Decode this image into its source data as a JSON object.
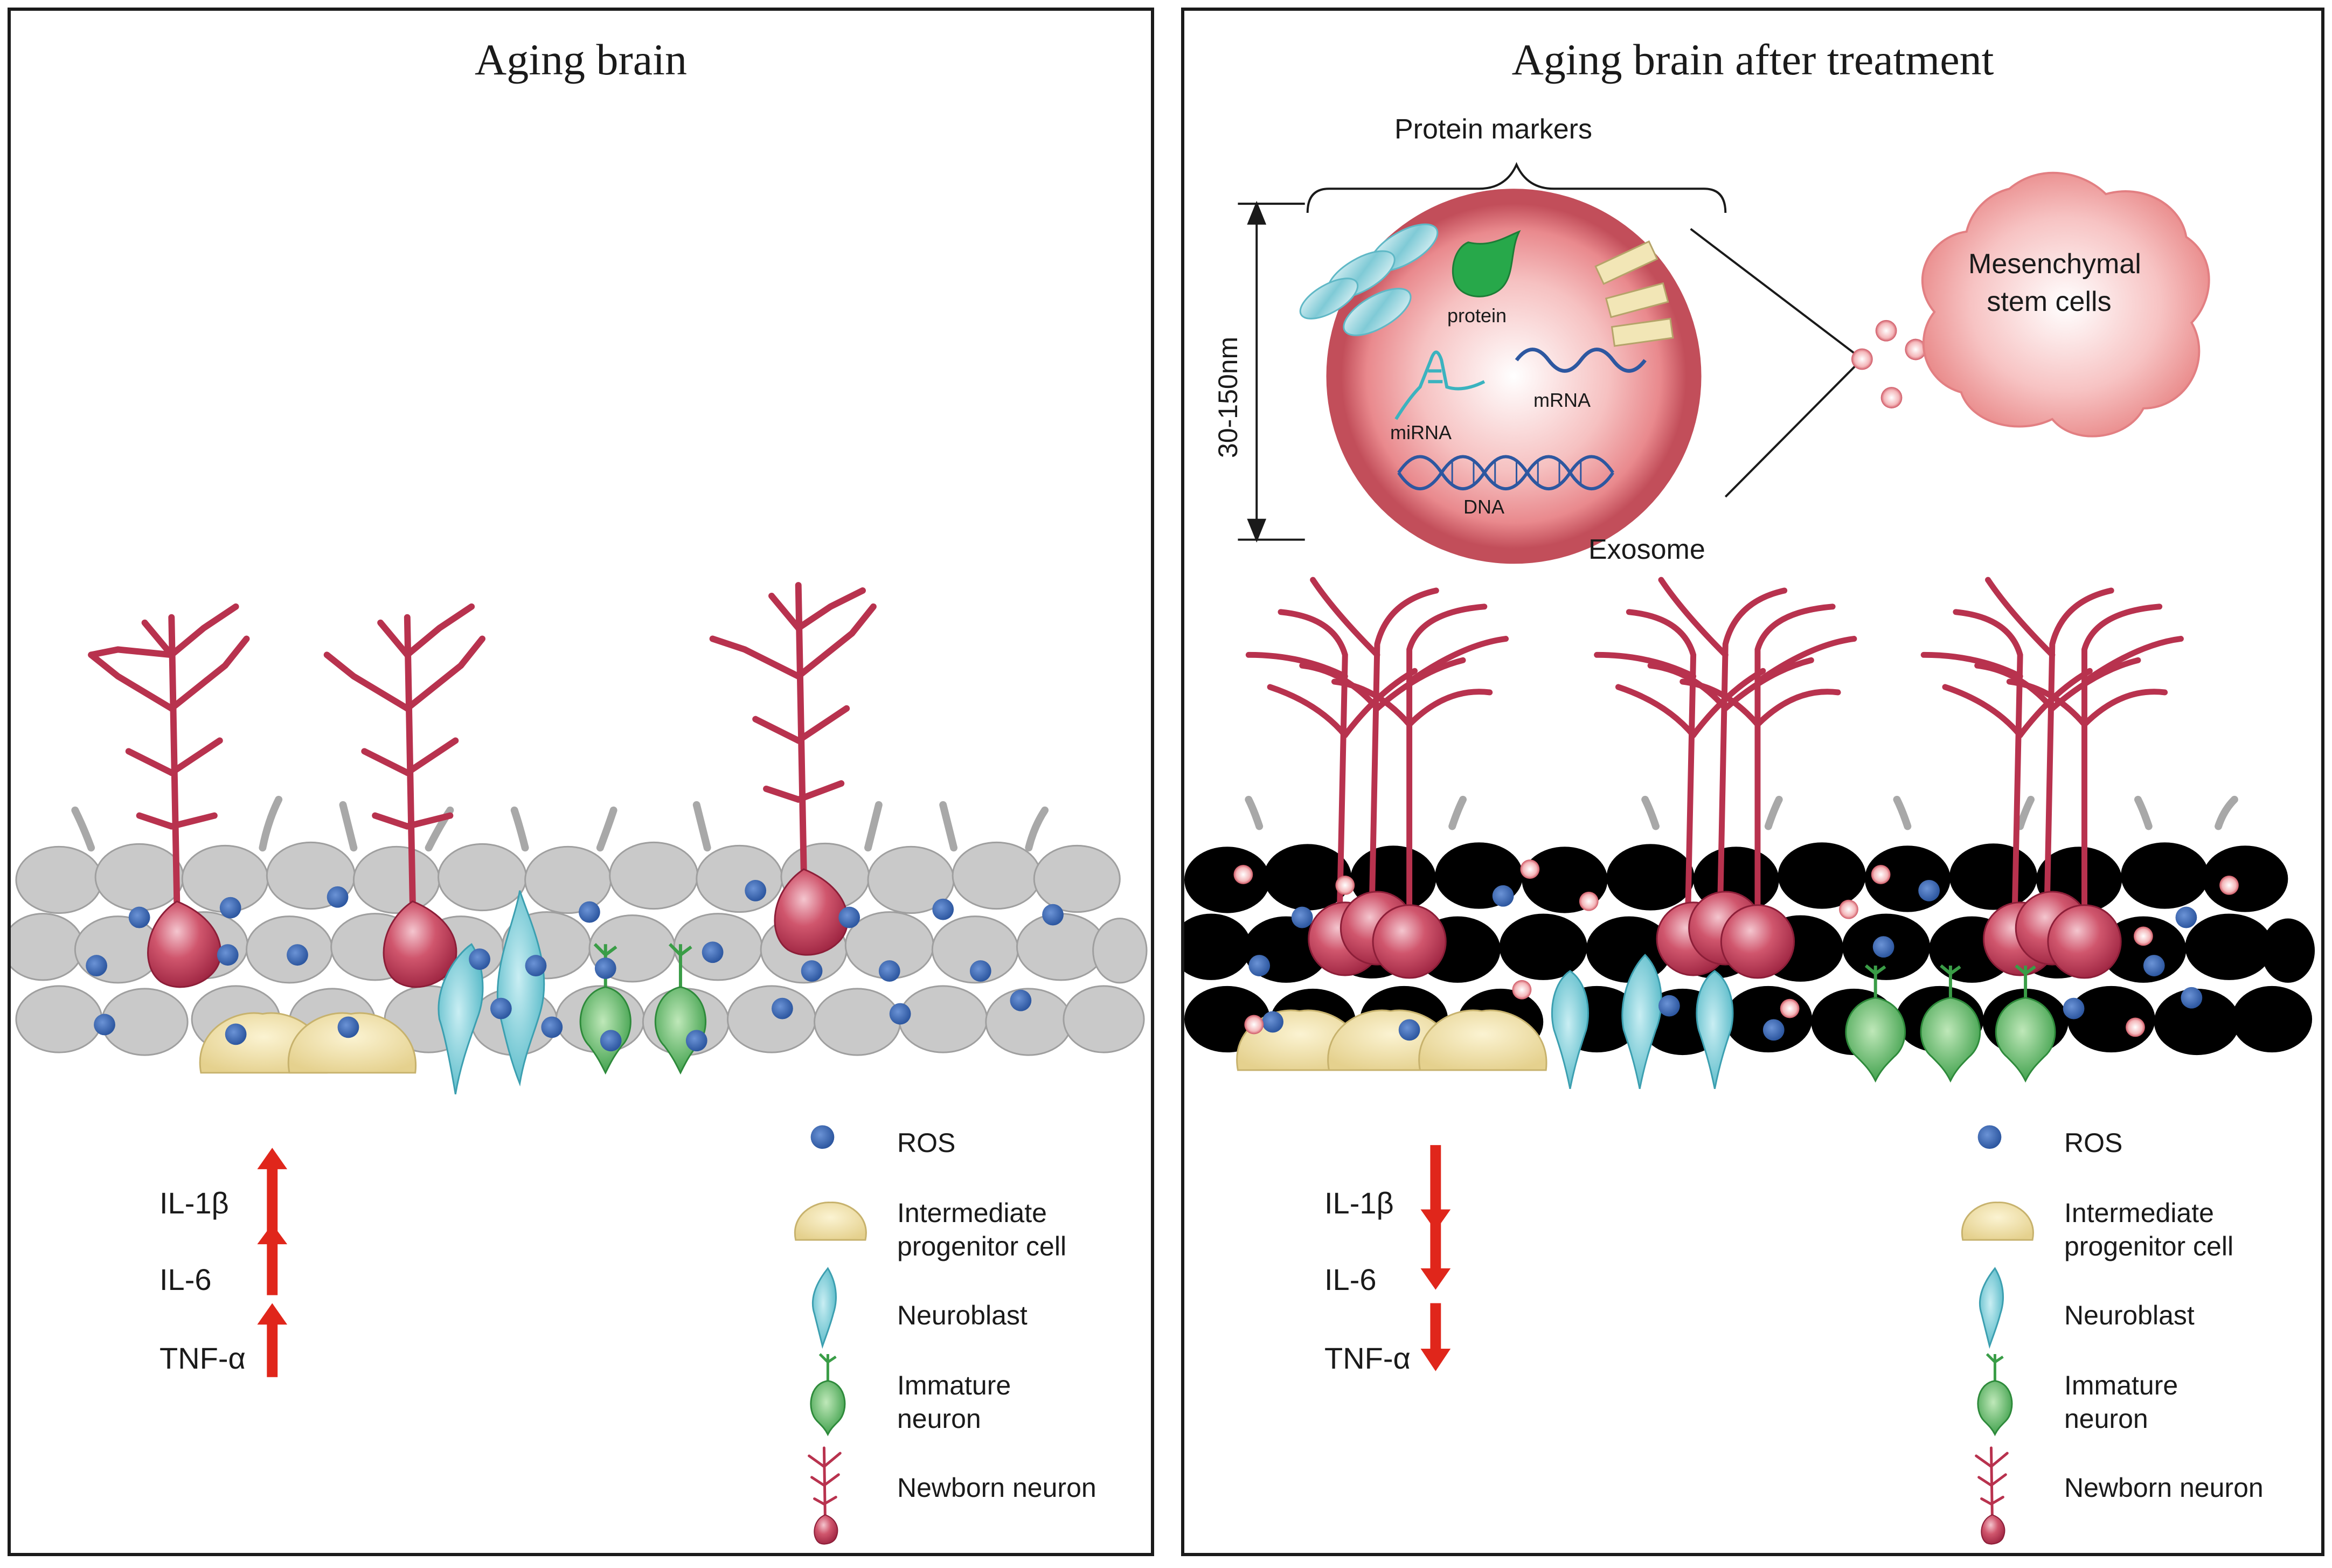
{
  "panels": {
    "left": {
      "title": "Aging brain",
      "cytokines": [
        "IL-1β",
        "IL-6",
        "TNF-α"
      ],
      "cytokine_trend": "up"
    },
    "right": {
      "title": "Aging brain after treatment",
      "cytokines": [
        "IL-1β",
        "IL-6",
        "TNF-α"
      ],
      "cytokine_trend": "down"
    }
  },
  "legend": {
    "ros": "ROS",
    "ipc_line1": "Intermediate",
    "ipc_line2": "progenitor cell",
    "neuroblast": "Neuroblast",
    "immature_line1": "Immature",
    "immature_line2": "neuron",
    "newborn": "Newborn neuron"
  },
  "exosome": {
    "protein_markers": "Protein markers",
    "size_label": "30-150nm",
    "protein": "protein",
    "mrna": "mRNA",
    "mirna": "miRNA",
    "dna": "DNA",
    "name": "Exosome",
    "msc_line1": "Mesenchymal",
    "msc_line2": "stem cells"
  },
  "colors": {
    "neuron_red": "#b8324e",
    "ros_blue": "#3f6fb6",
    "ipc_yellow": "#ecdca0",
    "neuroblast_cyan": "#6cc6d2",
    "immature_green": "#4cb15a",
    "tissue_gray": "#c9c9c9",
    "arrow_red": "#e0261b"
  }
}
